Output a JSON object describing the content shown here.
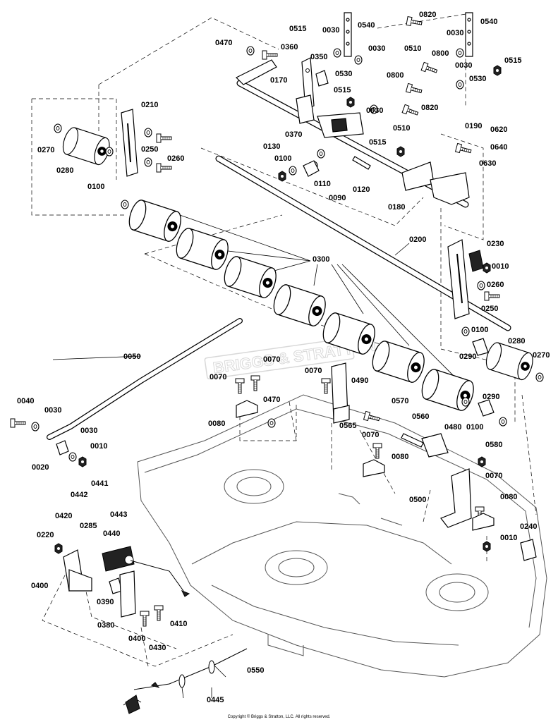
{
  "watermark": "BRIGGS & STRATTON",
  "copyright": "Copyright © Briggs & Stratton, LLC. All rights reserved.",
  "labels": {
    "p0820a": "0820",
    "p0540a": "0540",
    "p0540b": "0540",
    "p0515a": "0515",
    "p0030a": "0030",
    "p0030b": "0030",
    "p0470a": "0470",
    "p0360": "0360",
    "p0350": "0350",
    "p0030c": "0030",
    "p0510a": "0510",
    "p0800a": "0800",
    "p0030d": "0030",
    "p0515b": "0515",
    "p0170": "0170",
    "p0530a": "0530",
    "p0800b": "0800",
    "p0530b": "0530",
    "p0515c": "0515",
    "p0030e": "0030",
    "p0820b": "0820",
    "p0510b": "0510",
    "p0210": "0210",
    "p0370": "0370",
    "p0190": "0190",
    "p0620": "0620",
    "p0270a": "0270",
    "p0250a": "0250",
    "p0130": "0130",
    "p0515d": "0515",
    "p0640": "0640",
    "p0260a": "0260",
    "p0100a": "0100",
    "p0630": "0630",
    "p0280a": "0280",
    "p0110": "0110",
    "p0120": "0120",
    "p0100b": "0100",
    "p0090": "0090",
    "p0180": "0180",
    "p0200": "0200",
    "p0230": "0230",
    "p0300": "0300",
    "p0010a": "0010",
    "p0260b": "0260",
    "p0250b": "0250",
    "p0100c": "0100",
    "p0280b": "0280",
    "p0290a": "0290",
    "p0270b": "0270",
    "p0050": "0050",
    "p0070a": "0070",
    "p0070b": "0070",
    "p0070c": "0070",
    "p0490": "0490",
    "p0290b": "0290",
    "p0040": "0040",
    "p0470b": "0470",
    "p0570": "0570",
    "p0030f": "0030",
    "p0080a": "0080",
    "p0560": "0560",
    "p0565": "0565",
    "p0100d": "0100",
    "p0480": "0480",
    "p0030g": "0030",
    "p0070d": "0070",
    "p0010b": "0010",
    "p0580": "0580",
    "p0020": "0020",
    "p0080b": "0080",
    "p0070e": "0070",
    "p0441": "0441",
    "p0442": "0442",
    "p0500": "0500",
    "p0080c": "0080",
    "p0443": "0443",
    "p0420": "0420",
    "p0440": "0440",
    "p0220": "0220",
    "p0285": "0285",
    "p0240": "0240",
    "p0010c": "0010",
    "p0400a": "0400",
    "p0390": "0390",
    "p0410": "0410",
    "p0380": "0380",
    "p0400b": "0400",
    "p0430": "0430",
    "p0550": "0550",
    "p0445": "0445"
  }
}
